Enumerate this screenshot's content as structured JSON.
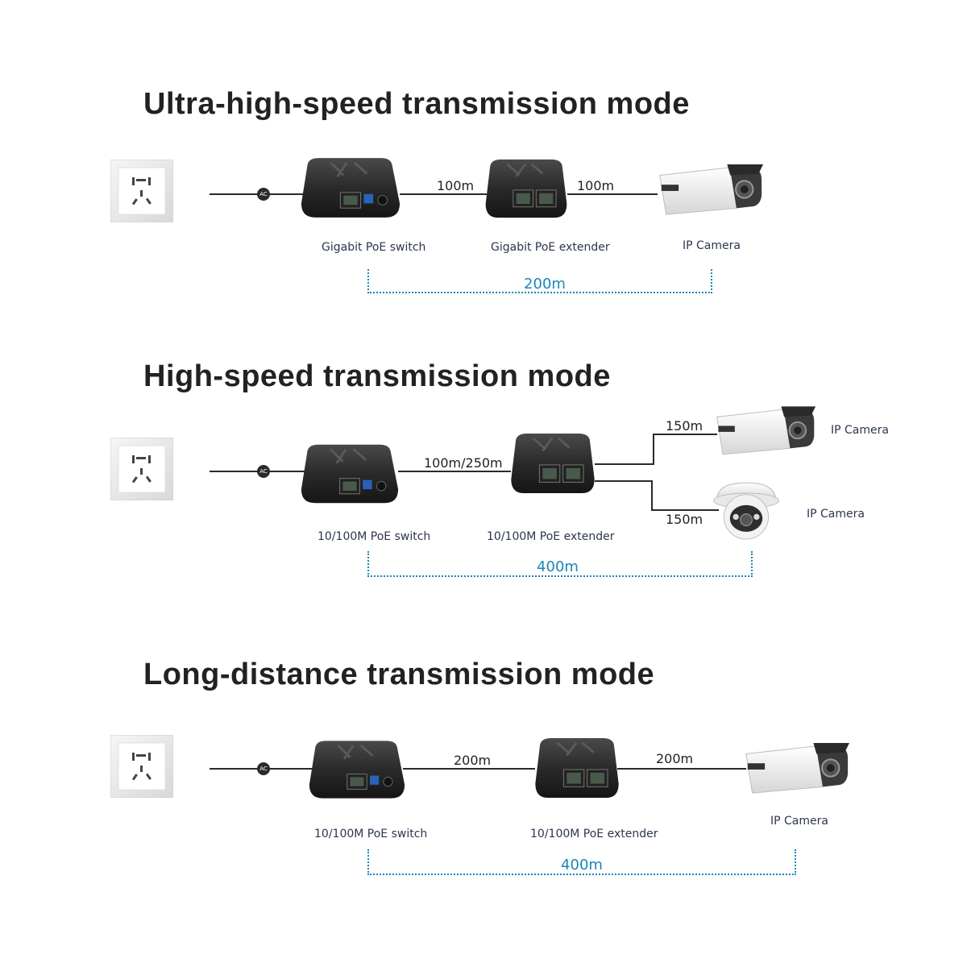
{
  "sections": [
    {
      "title": "Ultra-high-speed transmission mode",
      "ac_label": "AC",
      "segment1_distance": "100m",
      "segment2_distance": "100m",
      "switch_caption": "Gigabit PoE switch",
      "extender_caption": "Gigabit PoE extender",
      "camera_caption": "IP Camera",
      "total_distance": "200m"
    },
    {
      "title": "High-speed transmission mode",
      "ac_label": "AC",
      "segment1_distance": "100m/250m",
      "branch1_distance": "150m",
      "branch2_distance": "150m",
      "switch_caption": "10/100M PoE switch",
      "extender_caption": "10/100M PoE extender",
      "camera1_caption": "IP Camera",
      "camera2_caption": "IP Camera",
      "total_distance": "400m"
    },
    {
      "title": "Long-distance transmission mode",
      "ac_label": "AC",
      "segment1_distance": "200m",
      "segment2_distance": "200m",
      "switch_caption": "10/100M  PoE switch",
      "extender_caption": "10/100M PoE extender",
      "camera_caption": "IP Camera",
      "total_distance": "400m"
    }
  ]
}
